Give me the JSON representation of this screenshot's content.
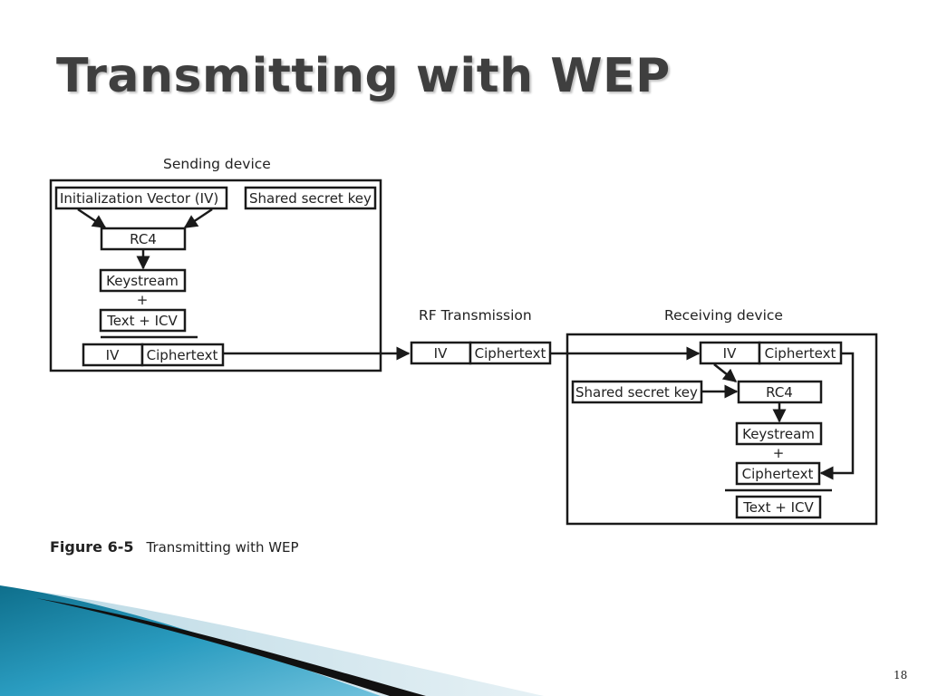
{
  "slide": {
    "title": "Transmitting with WEP",
    "page_number": "18"
  },
  "diagram": {
    "sending": {
      "label": "Sending device",
      "iv_box": "Initialization Vector (IV)",
      "key_box": "Shared secret key",
      "rc4": "RC4",
      "keystream": "Keystream",
      "plus": "+",
      "text_icv": "Text + ICV",
      "iv": "IV",
      "ciphertext": "Ciphertext"
    },
    "rf": {
      "label": "RF Transmission",
      "iv": "IV",
      "ciphertext": "Ciphertext"
    },
    "receiving": {
      "label": "Receiving device",
      "iv": "IV",
      "ciphertext": "Ciphertext",
      "key_box": "Shared secret key",
      "rc4": "RC4",
      "keystream": "Keystream",
      "plus": "+",
      "ciphertext2": "Ciphertext",
      "text_icv": "Text + ICV"
    }
  },
  "caption": {
    "figure_number": "Figure 6-5",
    "text": "Transmitting with WEP"
  },
  "colors": {
    "title": "#3f3f3f",
    "line": "#1a1a1a",
    "accent_teal": "#1f8fae",
    "accent_light": "#d4e6ee"
  }
}
